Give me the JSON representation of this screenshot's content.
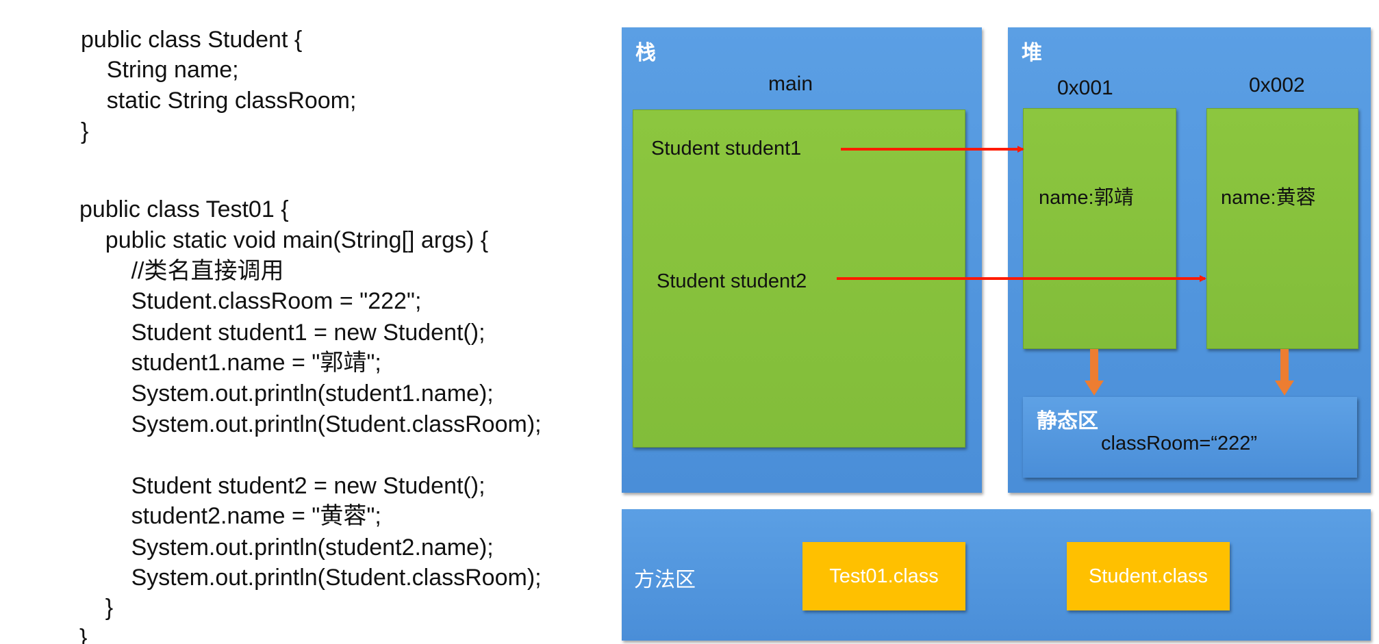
{
  "code": {
    "lines": [
      "public class Student {",
      "    String name;",
      "    static String classRoom;",
      "}",
      "public class Test01 {",
      "    public static void main(String[] args) {",
      "        //类名直接调用",
      "        Student.classRoom = \"222\";",
      "        Student student1 = new Student();",
      "        student1.name = \"郭靖\";",
      "        System.out.println(student1.name);",
      "        System.out.println(Student.classRoom);",
      "        Student student2 = new Student();",
      "        student2.name = \"黄蓉\";",
      "        System.out.println(student2.name);",
      "        System.out.println(Student.classRoom);",
      "    }",
      "}"
    ]
  },
  "diagram": {
    "stack": {
      "label": "栈",
      "frame_label": "main",
      "variables": [
        "Student student1",
        "Student student2"
      ]
    },
    "heap": {
      "label": "堆",
      "objects": [
        {
          "address": "0x001",
          "field": "name:郭靖"
        },
        {
          "address": "0x002",
          "field": "name:黄蓉"
        }
      ],
      "static_area": {
        "label": "静态区",
        "value": "classRoom=“222”"
      }
    },
    "method_area": {
      "label": "方法区",
      "classes": [
        "Test01.class",
        "Student.class"
      ]
    },
    "colors": {
      "region_blue": "#4a8ed8",
      "object_green": "#8cc63f",
      "class_yellow": "#ffc000",
      "reference_arrow_red": "#ff1a00",
      "static_arrow_orange": "#ed7d31"
    }
  }
}
